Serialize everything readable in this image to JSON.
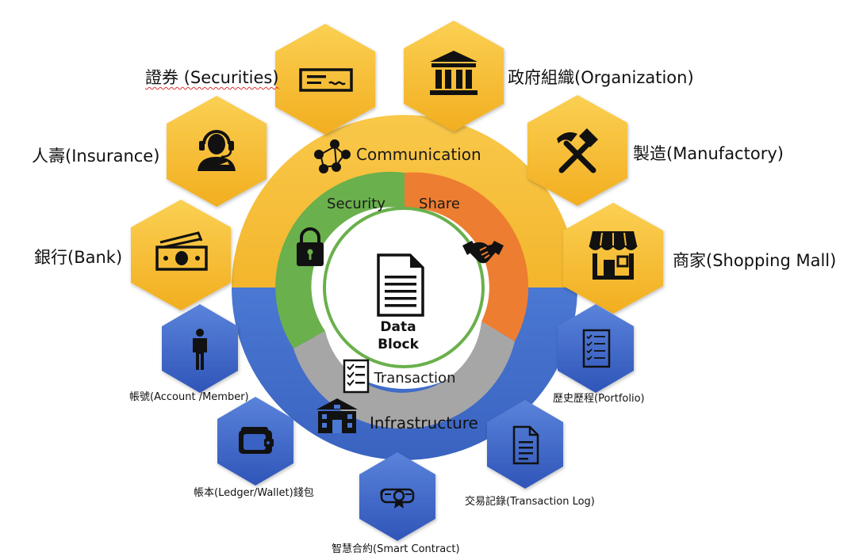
{
  "center": {
    "title_line1": "Data",
    "title_line2": "Block",
    "icon": "document-icon"
  },
  "ring_inner": [
    {
      "id": "security",
      "label": "Security",
      "icon": "padlock-icon",
      "color": "#6ab04c"
    },
    {
      "id": "share",
      "label": "Share",
      "icon": "handshake-icon",
      "color": "#ed7d31"
    },
    {
      "id": "transaction",
      "label": "Transaction",
      "icon": "checklist-icon",
      "color": "#a6a6a6"
    }
  ],
  "ring_outer": [
    {
      "id": "communication",
      "label": "Communication",
      "icon": "network-icon",
      "color": "#f6c136"
    },
    {
      "id": "infrastructure",
      "label": "Infrastructure",
      "icon": "building-icon",
      "color": "#4472c4"
    }
  ],
  "industries": [
    {
      "id": "securities",
      "label": "證券 (Securities)",
      "icon": "check-icon"
    },
    {
      "id": "organization",
      "label": "政府組織(Organization)",
      "icon": "government-building-icon"
    },
    {
      "id": "insurance",
      "label": "人壽(Insurance)",
      "icon": "support-agent-icon"
    },
    {
      "id": "manufactory",
      "label": "製造(Manufactory)",
      "icon": "hammer-pick-icon"
    },
    {
      "id": "bank",
      "label": "銀行(Bank)",
      "icon": "money-icon"
    },
    {
      "id": "shopping-mall",
      "label": "商家(Shopping Mall)",
      "icon": "store-icon"
    }
  ],
  "components": [
    {
      "id": "account",
      "label": "帳號(Account /Member)",
      "icon": "person-icon"
    },
    {
      "id": "portfolio",
      "label": "歷史歷程(Portfolio)",
      "icon": "checklist-icon"
    },
    {
      "id": "ledger",
      "label": "帳本(Ledger/Wallet)錢包",
      "icon": "wallet-icon"
    },
    {
      "id": "transaction-log",
      "label": "交易記錄(Transaction Log)",
      "icon": "log-document-icon"
    },
    {
      "id": "smart-contract",
      "label": "智慧合約(Smart Contract)",
      "icon": "certificate-icon"
    }
  ],
  "colors": {
    "hex_yellow": "#f5b82e",
    "hex_blue": "#3a62c4",
    "icon_dark": "#111111",
    "icon_blue": "#1c2a5e"
  }
}
